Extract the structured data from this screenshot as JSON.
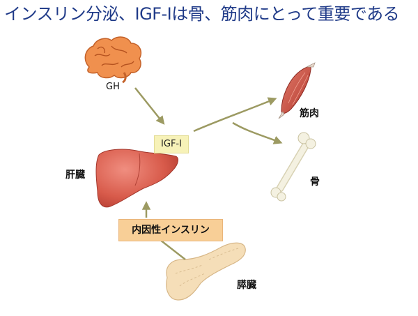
{
  "title": "インスリン分泌、IGF-Iは骨、筋肉にとって重要である",
  "labels": {
    "gh": "GH",
    "igf": "IGF-I",
    "liver": "肝臓",
    "muscle": "筋肉",
    "bone": "骨",
    "insulin": "内因性インスリン",
    "pancreas": "膵臓"
  },
  "icons": {
    "brain": "brain-icon",
    "liver": "liver-icon",
    "muscle": "muscle-icon",
    "bone": "bone-icon",
    "pancreas": "pancreas-icon"
  },
  "colors": {
    "title": "#1f3a88",
    "arrow": "#9c9a62",
    "igf_box": "#f7f2b8",
    "insulin_box": "#f8cf97",
    "brain": "#f0904e",
    "liver": "#d85b4b",
    "muscle": "#c8483a",
    "bone": "#f4f1e1",
    "pancreas": "#f5deb8"
  }
}
